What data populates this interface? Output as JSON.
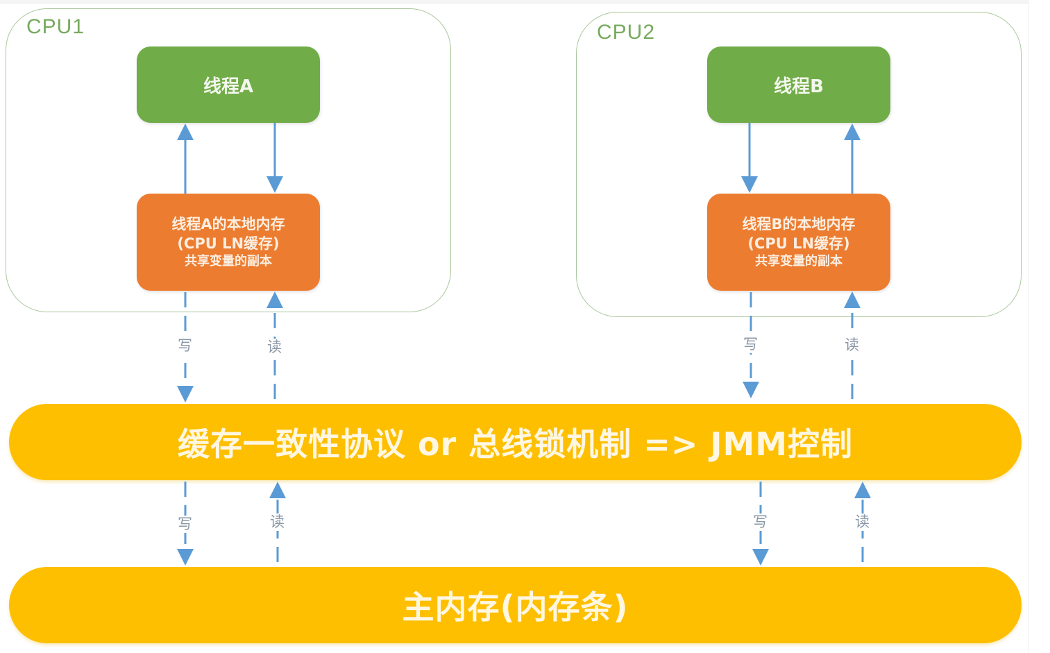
{
  "diagram": {
    "colors": {
      "cpu_border": "#a9c79a",
      "cpu_label": "#77aa5e",
      "thread_box": "#70ac47",
      "local_memory_box": "#ec7c30",
      "bus_bar": "#fdbf00",
      "arrow": "#5b9bd5",
      "edge_label": "#8a97a6"
    },
    "cpus": [
      {
        "label": "CPU1",
        "thread": "线程A",
        "local_memory": {
          "line1": "线程A的本地内存",
          "line2": "(CPU LN缓存)",
          "line3": "共享变量的副本"
        }
      },
      {
        "label": "CPU2",
        "thread": "线程B",
        "local_memory": {
          "line1": "线程B的本地内存",
          "line2": "(CPU LN缓存)",
          "line3": "共享变量的副本"
        }
      }
    ],
    "control_bar": "缓存一致性协议 or 总线锁机制 => JMM控制",
    "main_memory": "主内存(内存条)",
    "edge_labels": {
      "write": "写",
      "read": "读"
    },
    "edges": [
      {
        "from": "线程A的本地内存",
        "to": "线程A",
        "style": "solid"
      },
      {
        "from": "线程A",
        "to": "线程A的本地内存",
        "style": "solid"
      },
      {
        "from": "线程B",
        "to": "线程B的本地内存",
        "style": "solid"
      },
      {
        "from": "线程B的本地内存",
        "to": "线程B",
        "style": "solid"
      },
      {
        "from": "线程A的本地内存",
        "to": "JMM控制",
        "label": "写",
        "style": "dashed"
      },
      {
        "from": "JMM控制",
        "to": "线程A的本地内存",
        "label": "读",
        "style": "dashed"
      },
      {
        "from": "线程B的本地内存",
        "to": "JMM控制",
        "label": "写",
        "style": "dashed"
      },
      {
        "from": "JMM控制",
        "to": "线程B的本地内存",
        "label": "读",
        "style": "dashed"
      },
      {
        "from": "JMM控制",
        "to": "主内存",
        "label": "写",
        "style": "dashed"
      },
      {
        "from": "主内存",
        "to": "JMM控制",
        "label": "读",
        "style": "dashed"
      },
      {
        "from": "JMM控制",
        "to": "主内存",
        "label": "写",
        "style": "dashed"
      },
      {
        "from": "主内存",
        "to": "JMM控制",
        "label": "读",
        "style": "dashed"
      }
    ]
  }
}
